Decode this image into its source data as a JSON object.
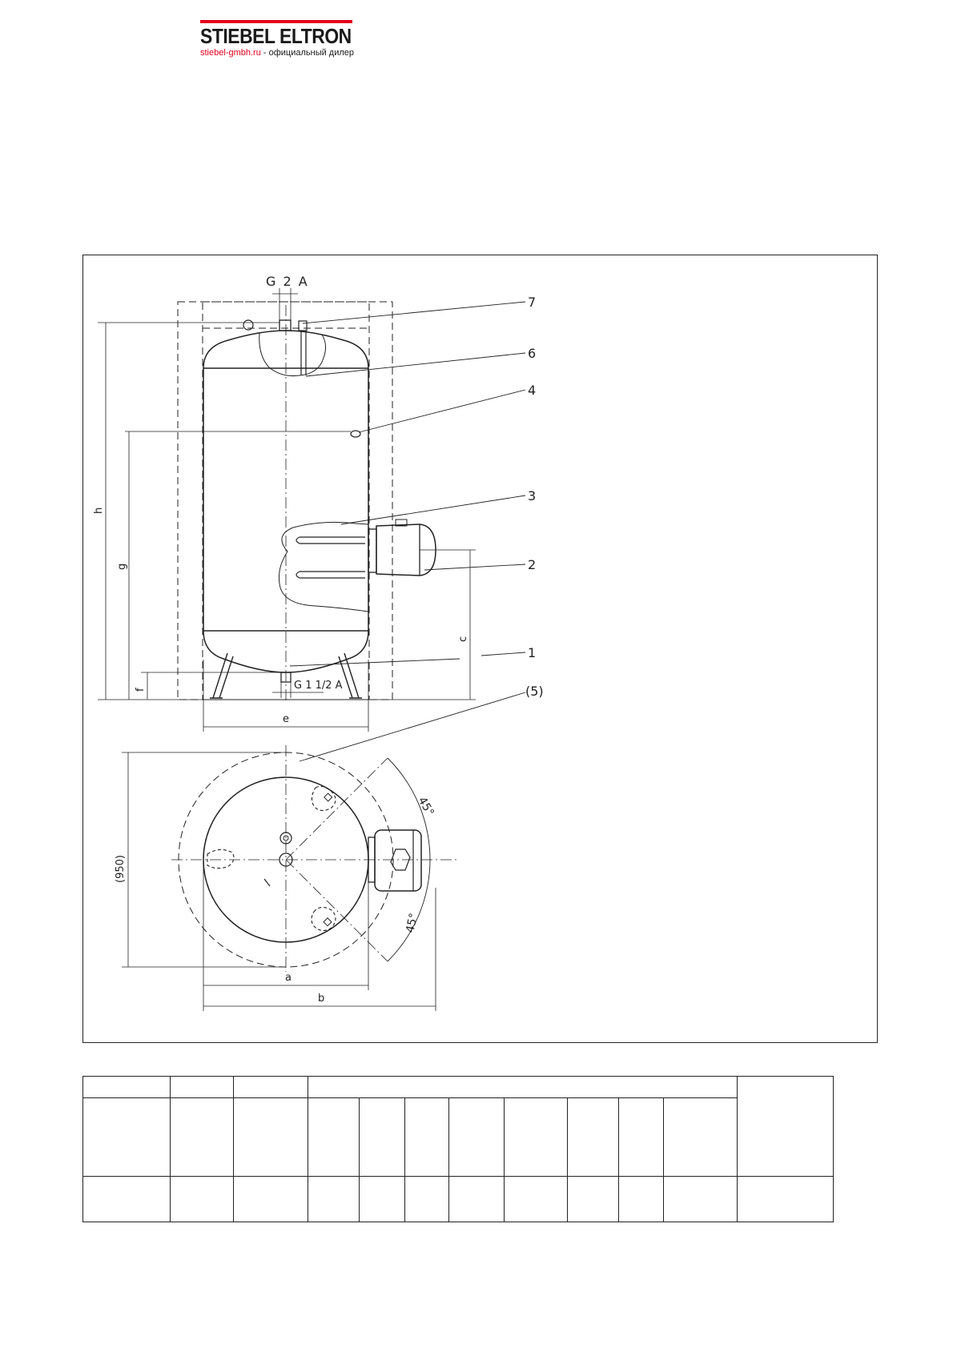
{
  "header": {
    "brand_name": "STIEBEL ELTRON",
    "dealer_link": "stiebel-gmbh.ru",
    "dealer_suffix": " - официальный дилер"
  },
  "drawing": {
    "connection_top": "G 2 A",
    "connection_bottom": "G 1 1/2 A",
    "callouts": [
      "7",
      "6",
      "4",
      "3",
      "2",
      "1",
      "(5)"
    ],
    "dimensions": [
      "h",
      "g",
      "f",
      "c",
      "e",
      "a",
      "b",
      "(950)"
    ],
    "angles": [
      "45°",
      "45°"
    ]
  },
  "colors": {
    "brand_red": "#e3001b",
    "line": "#222222"
  }
}
